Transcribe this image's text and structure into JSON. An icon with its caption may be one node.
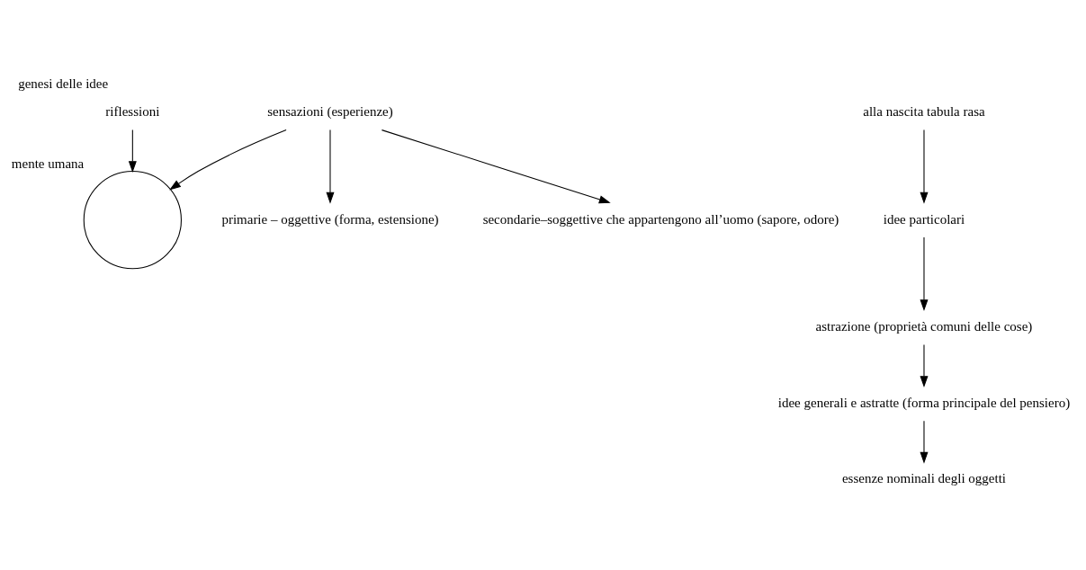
{
  "diagram": {
    "title": "genesi delle idee",
    "nodes": [
      {
        "text": [],
        "shape": "circle",
        "beside": [
          "mente umana"
        ]
      },
      {
        "text": [
          "riflessioni"
        ]
      },
      {
        "text": [
          "sensazioni (esperienze)"
        ]
      },
      {
        "text": [
          "alla nascita tabula rasa"
        ]
      },
      {
        "text": [
          "idee particolari"
        ]
      },
      {
        "text": [
          "primarie – oggettive (forma, estensione)"
        ]
      },
      {
        "text": [
          "secondarie–soggettive che appartengono all’uomo (sapore, odore)"
        ]
      },
      {
        "text": [
          "astrazione (proprietà comuni delle cose)"
        ]
      },
      {
        "text": [
          "idee generali e astratte (forma principale del pensiero)"
        ]
      },
      {
        "text": [
          "essenze nominali degli oggetti"
        ]
      }
    ],
    "edges": [
      {
        "from": 1,
        "to": 0,
        "arrow": "to"
      },
      {
        "from": 2,
        "to": 0,
        "arrow": "to"
      },
      {
        "from": 2,
        "to": 5,
        "arrow": "to"
      },
      {
        "from": 2,
        "to": 6,
        "arrow": "to"
      },
      {
        "from": 3,
        "to": 4,
        "arrow": "to"
      },
      {
        "from": 4,
        "to": 7,
        "arrow": "to"
      },
      {
        "from": 7,
        "to": 8,
        "arrow": "to"
      },
      {
        "from": 8,
        "to": 9,
        "arrow": "to"
      }
    ]
  }
}
